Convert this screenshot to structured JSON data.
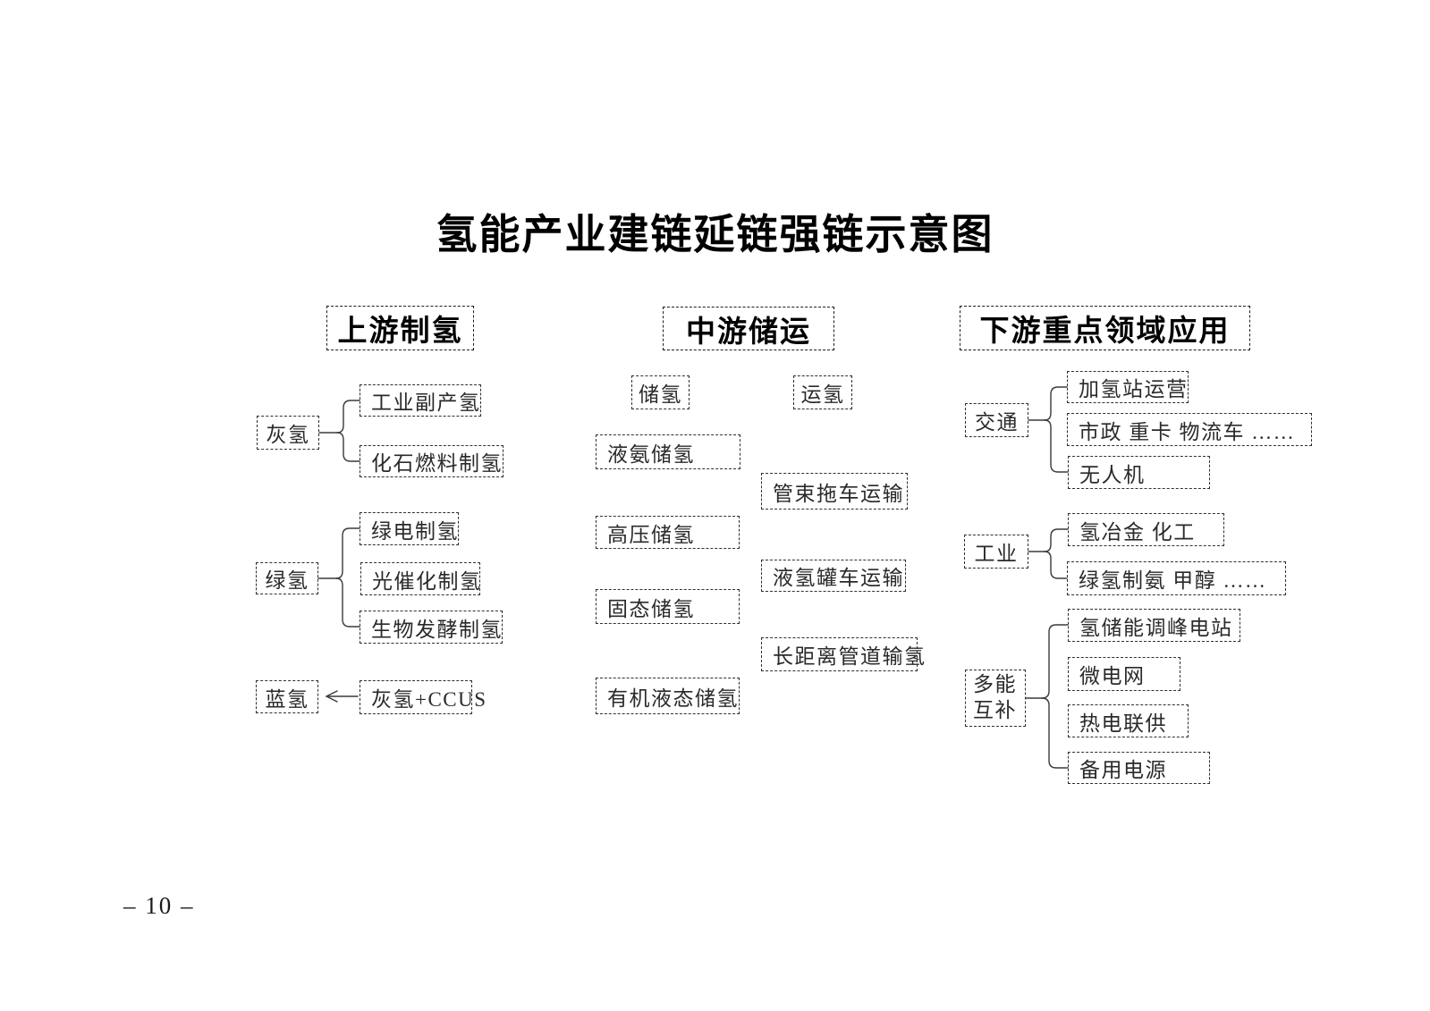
{
  "page": {
    "title": "氢能产业建链延链强链示意图",
    "page_number": "– 10 –"
  },
  "diagram": {
    "columns": [
      {
        "header": "上游制氢",
        "groups": [
          {
            "parent": "灰氢",
            "children": [
              "工业副产氢",
              "化石燃料制氢"
            ]
          },
          {
            "parent": "绿氢",
            "children": [
              "绿电制氢",
              "光催化制氢",
              "生物发酵制氢"
            ]
          },
          {
            "parent": "蓝氢",
            "children": [
              "灰氢+CCUS"
            ],
            "connector": "left-arrow"
          }
        ]
      },
      {
        "header": "中游储运",
        "subcolumns": [
          {
            "header": "储氢",
            "items": [
              "液氨储氢",
              "高压储氢",
              "固态储氢",
              "有机液态储氢"
            ]
          },
          {
            "header": "运氢",
            "items": [
              "管束拖车运输",
              "液氢罐车运输",
              "长距离管道输氢"
            ]
          }
        ]
      },
      {
        "header": "下游重点领域应用",
        "groups": [
          {
            "parent": "交通",
            "children": [
              "加氢站运营",
              "市政 重卡 物流车 ……",
              "无人机"
            ]
          },
          {
            "parent": "工业",
            "children": [
              "氢冶金 化工",
              "绿氢制氨 甲醇 ……"
            ]
          },
          {
            "parent": "多能互补",
            "children": [
              "氢储能调峰电站",
              "微电网",
              "热电联供",
              "备用电源"
            ]
          }
        ]
      }
    ]
  }
}
